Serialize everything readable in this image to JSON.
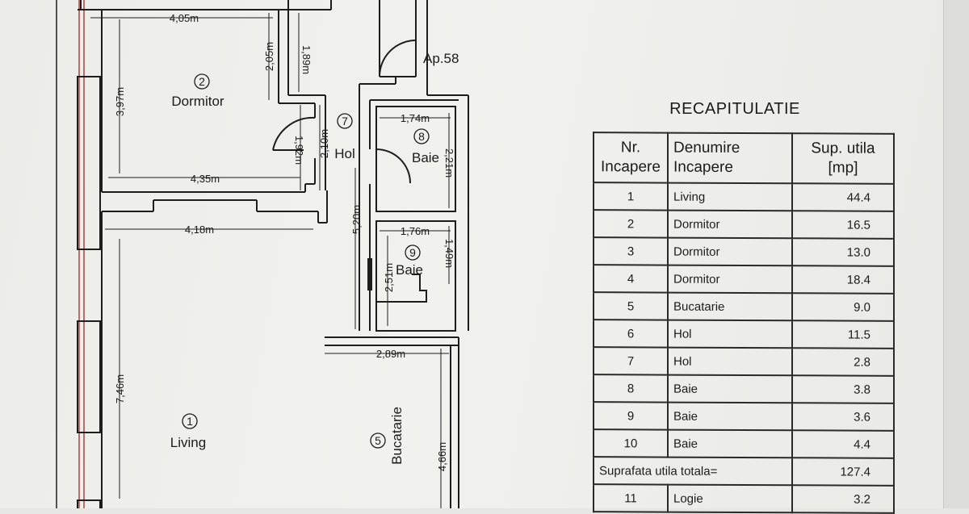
{
  "plan": {
    "apartment_label": "Ap.58",
    "dimensions": {
      "d405": "4,05m",
      "d435": "4,35m",
      "d418": "4,18m",
      "d397": "3,97m",
      "d205": "2,05m",
      "d189": "1,89m",
      "d192": "1,92m",
      "d210": "2,10m",
      "d174": "1,74m",
      "d221": "2,21m",
      "d520": "5,20m",
      "d176": "1,76m",
      "d149": "1,49m",
      "d251": "2,51m",
      "d289": "2,89m",
      "d746": "7,46m",
      "d466": "4,66m"
    },
    "rooms": [
      {
        "num": "1",
        "name": "Living"
      },
      {
        "num": "2",
        "name": "Dormitor"
      },
      {
        "num": "5",
        "name": "Bucatarie"
      },
      {
        "num": "7",
        "name": "Hol"
      },
      {
        "num": "8",
        "name": "Baie"
      },
      {
        "num": "9",
        "name": "Baie"
      }
    ]
  },
  "recap": {
    "title": "RECAPITULATIE",
    "headers": [
      "Nr. Incapere",
      "Denumire Incapere",
      "Sup. utila [mp]"
    ],
    "header_lines": {
      "nr": [
        "Nr.",
        "Incapere"
      ],
      "name": [
        "Denumire",
        "Incapere"
      ],
      "area": [
        "Sup. utila",
        "[mp]"
      ]
    },
    "rows": [
      {
        "nr": "1",
        "name": "Living",
        "area": "44.4"
      },
      {
        "nr": "2",
        "name": "Dormitor",
        "area": "16.5"
      },
      {
        "nr": "3",
        "name": "Dormitor",
        "area": "13.0"
      },
      {
        "nr": "4",
        "name": "Dormitor",
        "area": "18.4"
      },
      {
        "nr": "5",
        "name": "Bucatarie",
        "area": "9.0"
      },
      {
        "nr": "6",
        "name": "Hol",
        "area": "11.5"
      },
      {
        "nr": "7",
        "name": "Hol",
        "area": "2.8"
      },
      {
        "nr": "8",
        "name": "Baie",
        "area": "3.8"
      },
      {
        "nr": "9",
        "name": "Baie",
        "area": "3.6"
      },
      {
        "nr": "10",
        "name": "Baie",
        "area": "4.4"
      }
    ],
    "total_label": "Suprafata utila totala=",
    "total_value": "127.4",
    "extra_row": {
      "nr": "11",
      "name": "Logie",
      "area": "3.2"
    }
  }
}
